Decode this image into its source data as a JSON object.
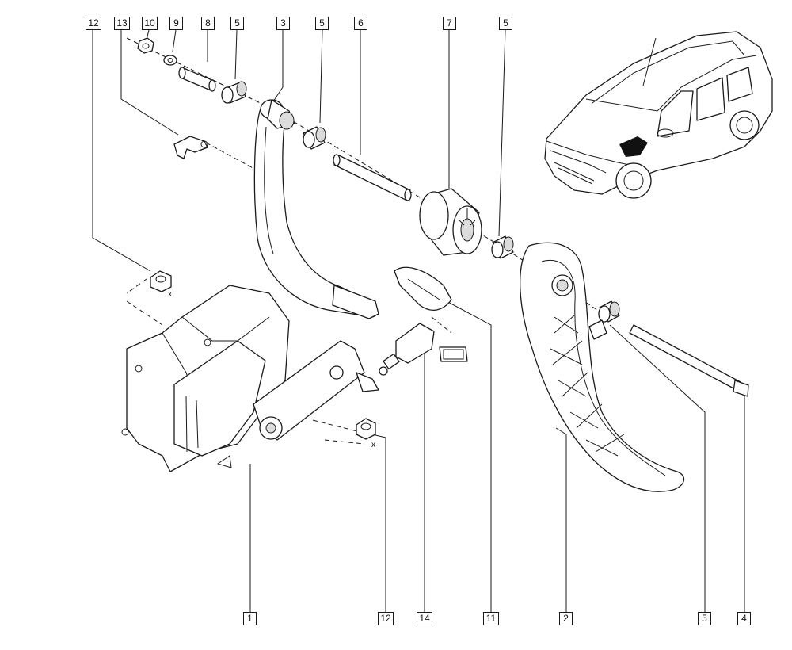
{
  "diagram": {
    "callouts_top": [
      "12",
      "13",
      "10",
      "9",
      "8",
      "5",
      "3",
      "5",
      "6",
      "7",
      "5"
    ],
    "callouts_bottom": [
      "1",
      "12",
      "14",
      "11",
      "2",
      "5",
      "4"
    ],
    "axis_marks": [
      "x",
      "x"
    ]
  },
  "colors": {
    "line": "#1a1a1a",
    "background": "#ffffff",
    "shade": "#dcdcdc"
  }
}
